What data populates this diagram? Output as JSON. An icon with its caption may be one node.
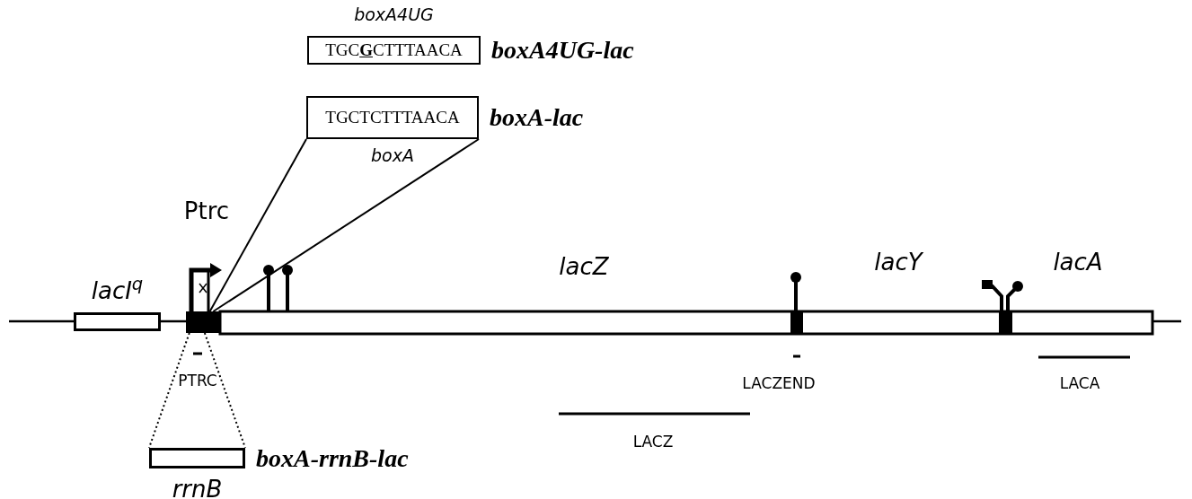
{
  "diagram": {
    "nodes": [
      {
        "text": [
          "boxA4UG",
          "TGC**G**CTTTAACA"
        ],
        "beside": [
          "boxA4UG-lac"
        ]
      },
      {
        "text": [
          "TGCTCTTTAACA",
          "boxA"
        ],
        "beside": [
          "boxA-lac"
        ]
      },
      {
        "text": [],
        "shape": "bar"
      },
      {
        "text": [
          "rrnB"
        ],
        "beside": [
          "boxA-rrnB-lac"
        ]
      },
      {
        "text": [
          "lacI$^{q}$"
        ]
      }
    ],
    "edges": [
      {
        "from": 1,
        "to": 2,
        "arrow": "none"
      },
      {
        "from": 1,
        "to": 2,
        "arrow": "none"
      },
      {
        "from": 2,
        "to": 3,
        "arrow": "none",
        "style": "dashed"
      },
      {
        "from": 2,
        "to": 3,
        "arrow": "none",
        "style": "dashed"
      }
    ],
    "labels": [
      "Ptrc",
      "lacZ",
      "lacY",
      "lacA",
      "PTRC",
      "LACZEND",
      "LACA",
      "LACZ"
    ]
  }
}
